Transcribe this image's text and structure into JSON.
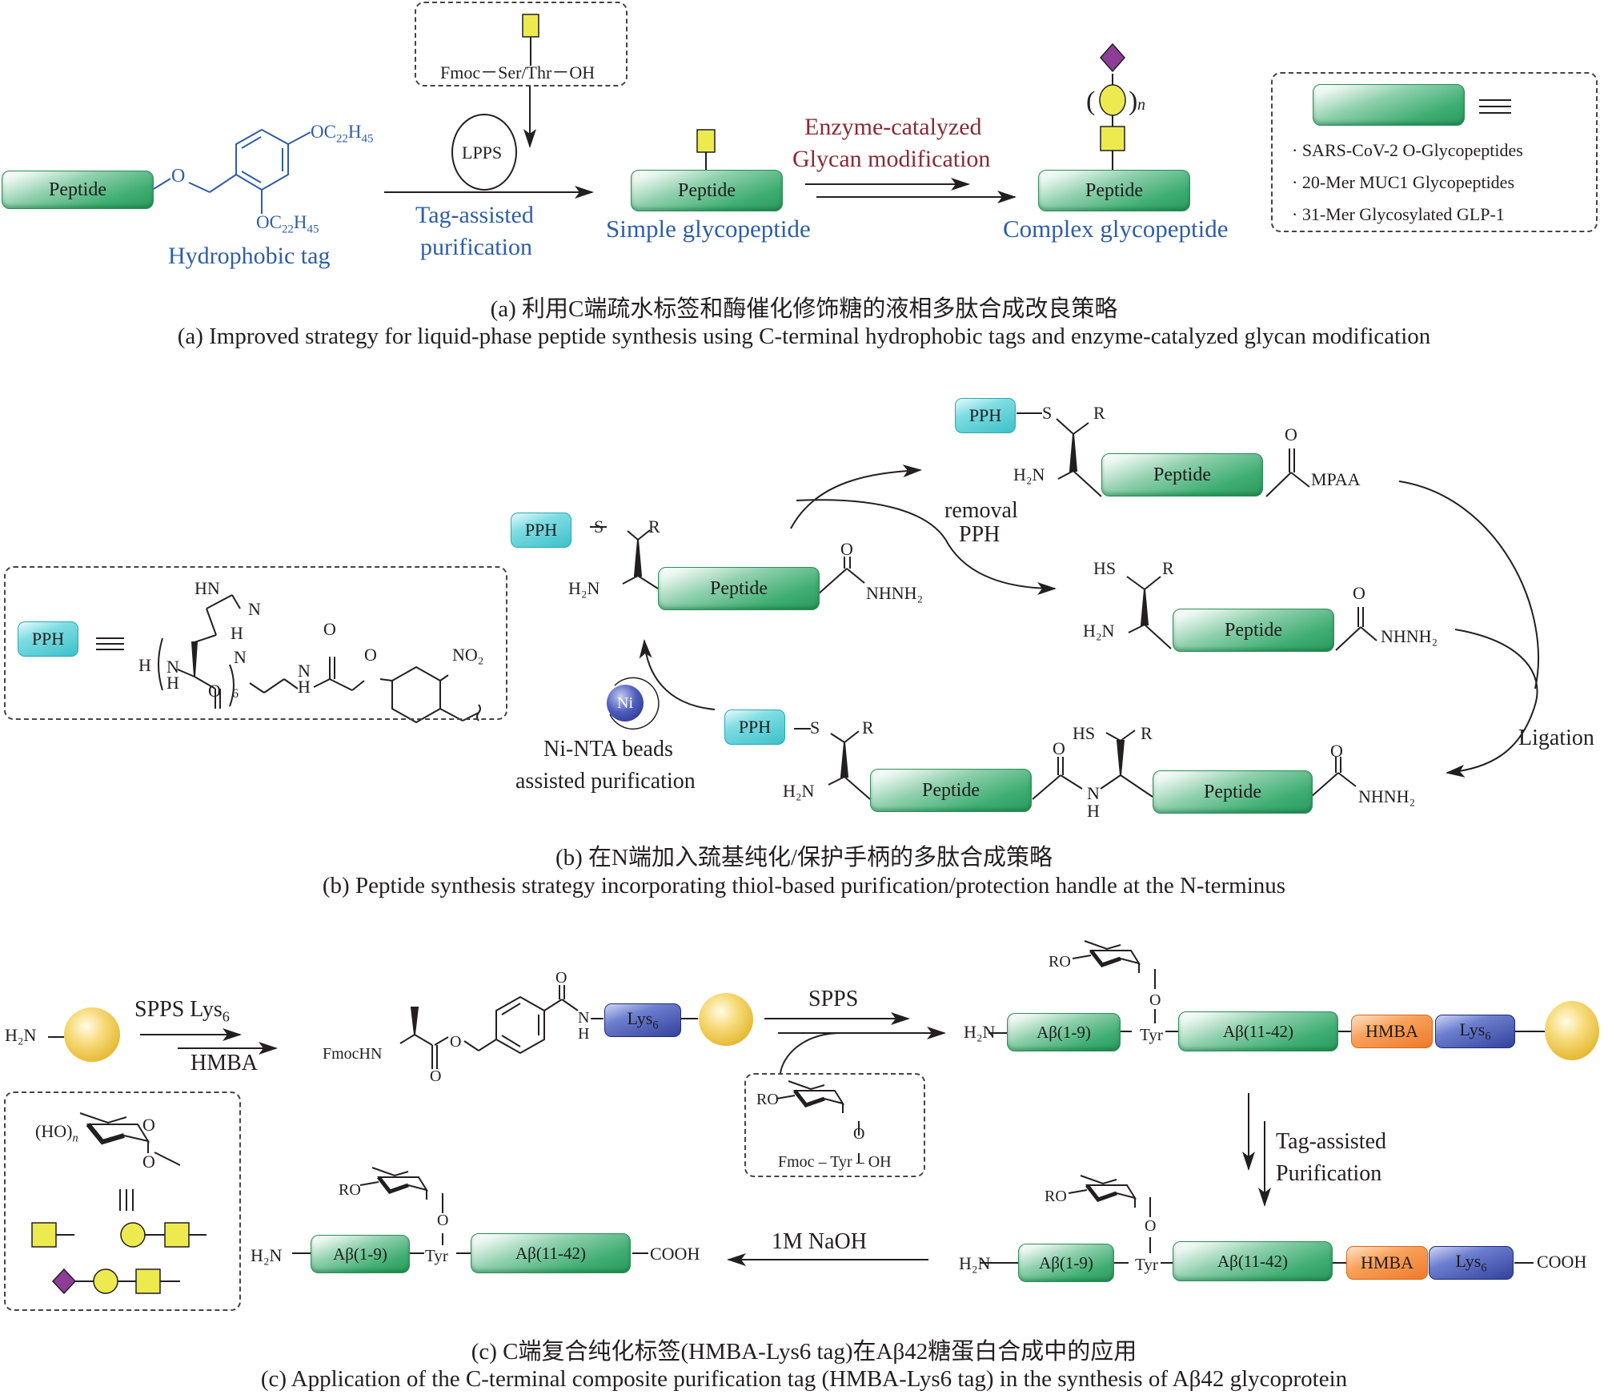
{
  "colors": {
    "peptide_green": "#3fae72",
    "pph_cyan": "#3cc0c9",
    "hmba_orange": "#ee7a2a",
    "lys_blue": "#33419a",
    "bead_gold": "#e3b52a",
    "label_blue": "#2e5ea6",
    "label_maroon": "#8a2a35",
    "glycan_yellow": "#ecea4f",
    "glycan_purple": "#8e3d97"
  },
  "panel_a": {
    "peptide_label": "Peptide",
    "tag_oxygen": "O",
    "tag_sub1": "OC",
    "tag_sub1_n1": "22",
    "tag_sub1_h": "H",
    "tag_sub1_n2": "45",
    "hydrophobic_tag_label": "Hydrophobic tag",
    "building_block": "Fmoc－Ser/Thr－OH",
    "cycle_label": "LPPS",
    "arrow1_label_line1": "Tag-assisted",
    "arrow1_label_line2": "purification",
    "simple_label": "Simple glycopeptide",
    "arrow2_label_line1": "Enzyme-catalyzed",
    "arrow2_label_line2": "Glycan modification",
    "repeat_n": "n",
    "complex_label": "Complex glycopeptide",
    "legend": {
      "equiv": "≡",
      "items": [
        "· SARS-CoV-2 O-Glycopeptides",
        "· 20-Mer MUC1 Glycopeptides",
        "· 31-Mer Glycosylated GLP-1"
      ]
    },
    "caption_cn": "(a) 利用C端疏水标签和酶催化修饰糖的液相多肽合成改良策略",
    "caption_en": "(a) Improved strategy for liquid-phase peptide synthesis using C-terminal hydrophobic tags and enzyme-catalyzed glycan modification"
  },
  "panel_b": {
    "pph": "PPH",
    "peptide": "Peptide",
    "S": "S",
    "R": "R",
    "HS": "HS",
    "H2N": "H₂N",
    "O": "O",
    "NHNH2": "NHNH₂",
    "MPAA": "MPAA",
    "NH_N": "N",
    "NH_H": "H",
    "removal_line1": "removal",
    "removal_line2": "PPH",
    "ligation": "Ligation",
    "ni": "Ni",
    "ni_label_line1": "Ni-NTA beads",
    "ni_label_line2": "assisted purification",
    "pph_def": {
      "equiv": "≡",
      "HN_ring": "HN",
      "N_ring": "N",
      "H_left": "H",
      "N_left": "N",
      "H_below": "H",
      "O_bottom": "O",
      "repeat": "6",
      "H_top": "H",
      "N_mid": "N",
      "N_amide": "N",
      "H_amide": "H",
      "O_amide": "O",
      "O_ether": "O",
      "NO2": "NO₂"
    },
    "caption_cn": "(b) 在N端加入巯基纯化/保护手柄的多肽合成策略",
    "caption_en": "(b) Peptide synthesis strategy incorporating thiol-based purification/protection handle at the N-terminus"
  },
  "panel_c": {
    "H2N": "H₂N",
    "step1_top": "SPPS Lys",
    "step1_top_sub": "6",
    "step1_bottom": "HMBA",
    "fmochn": "FmocHN",
    "O": "O",
    "N": "N",
    "H": "H",
    "lys": "Lys",
    "lys_sub": "6",
    "spps": "SPPS",
    "ab19": "Aβ(1-9)",
    "ab1142": "Aβ(11-42)",
    "tyr": "Tyr",
    "hmba": "HMBA",
    "RO": "RO",
    "block_fmoc": "Fmoc",
    "block_tyr": "Tyr",
    "block_oh": "OH",
    "purif_line1": "Tag-assisted",
    "purif_line2": "Purification",
    "naoh": "1M NaOH",
    "cooh": "COOH",
    "legend_ho": "(HO)",
    "legend_n": "n",
    "legend_equiv": "|||",
    "caption_cn": "(c) C端复合纯化标签(HMBA-Lys6 tag)在Aβ42糖蛋白合成中的应用",
    "caption_en": "(c) Application of the C-terminal composite purification tag (HMBA-Lys6 tag) in the synthesis of Aβ42 glycoprotein"
  }
}
